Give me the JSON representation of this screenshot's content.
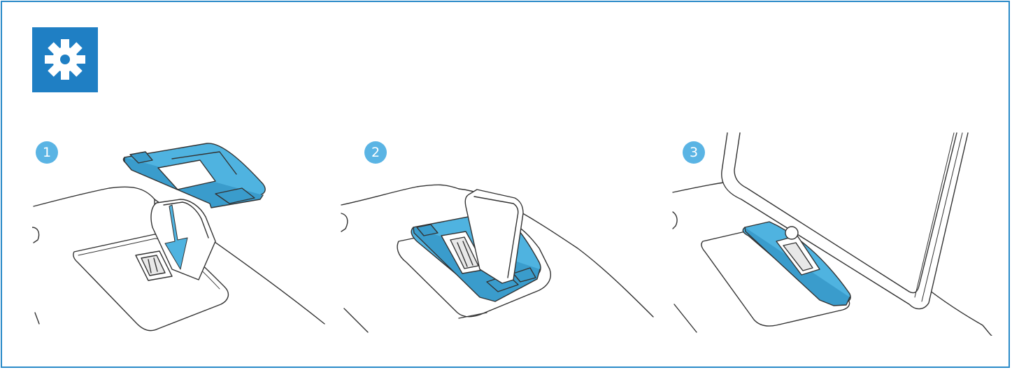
{
  "header": {
    "icon": "gear-icon",
    "icon_bg": "#1f7fc4"
  },
  "steps": [
    {
      "number": "1"
    },
    {
      "number": "2"
    },
    {
      "number": "3"
    }
  ],
  "colors": {
    "border": "#2a8ac8",
    "accent": "#4fb3e0",
    "badge": "#5ab4e4",
    "line": "#333333"
  }
}
